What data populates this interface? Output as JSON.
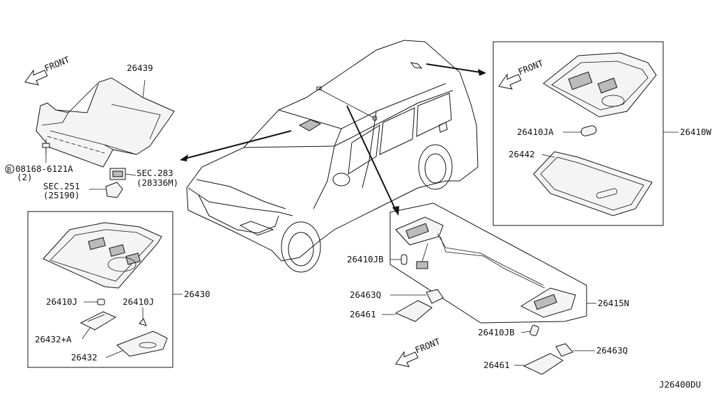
{
  "labels": {
    "front": "FRONT",
    "p26439": "26439",
    "bolt": "08168-6121A",
    "bolt_circle": "B",
    "bolt_qty": "(2)",
    "sec283": "SEC.283",
    "sec283_sub": "(28336M)",
    "sec251": "SEC.251",
    "sec251_sub": "(25190)",
    "p26430": "26430",
    "p26410J": "26410J",
    "p26432A": "26432+A",
    "p26432": "26432",
    "p26410W": "26410W",
    "p26410JA": "26410JA",
    "p26442": "26442",
    "p26410JB": "26410JB",
    "p26463Q": "26463Q",
    "p26461": "26461",
    "p26415N": "26415N",
    "diagram_id": "J26400DU"
  }
}
